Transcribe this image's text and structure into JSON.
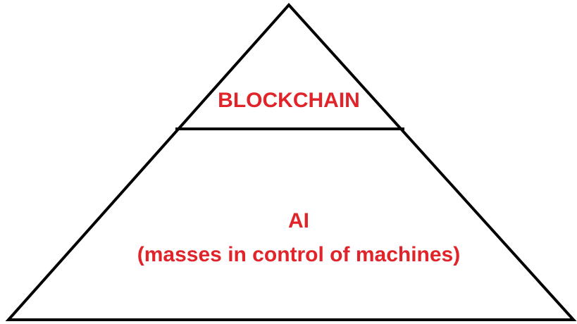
{
  "colors": {
    "line": "#000000",
    "text": "#e0242a",
    "background": "#ffffff"
  },
  "pyramid": {
    "top_tier": {
      "label": "BLOCKCHAIN"
    },
    "bottom_tier": {
      "title": "AI",
      "subtitle": "(masses in control of machines)"
    }
  }
}
